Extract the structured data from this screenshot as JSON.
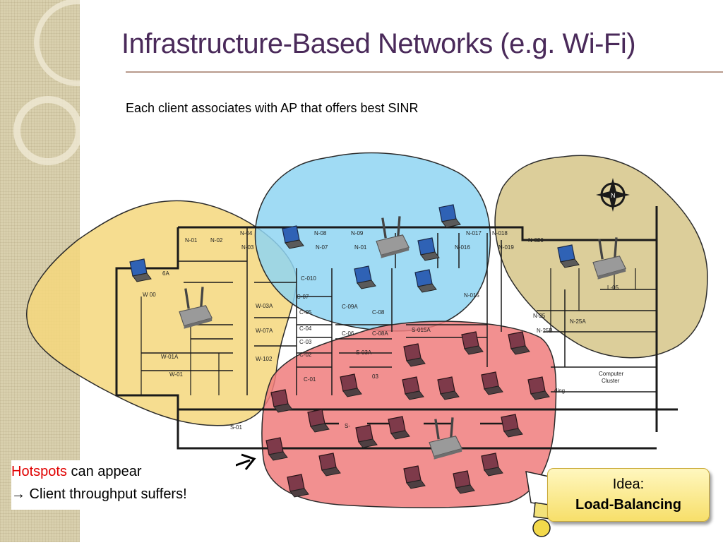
{
  "slide": {
    "title": "Infrastructure-Based Networks (e.g. Wi-Fi)",
    "subtitle": "Each client associates with AP that offers best SINR"
  },
  "floorplan": {
    "room_labels": [
      "N-01",
      "N-02",
      "N-04",
      "N-03",
      "N-08",
      "N-07",
      "N-09",
      "N-01",
      "N-017",
      "N-016",
      "N-018",
      "N-019",
      "N-020",
      "6A",
      "W 00",
      "W-03A",
      "W-07A",
      "W-01A",
      "W-102",
      "W-01",
      "C-010",
      "C-07",
      "C-09A",
      "C-08",
      "C-05",
      "C-04",
      "C-03",
      "C-02",
      "C-01",
      "C-06",
      "C-08A",
      "S-015A",
      "S-03A",
      "03",
      "N-015",
      "N-25",
      "N-25B",
      "N-25A",
      "L-05",
      "Computer",
      "Cluster",
      "ding",
      "S-01",
      "S-"
    ]
  },
  "colors": {
    "cell_yellow": "#f5d77c",
    "cell_blue": "#8fd5f2",
    "cell_tan": "#d8c98f",
    "cell_red": "#f07d7d",
    "access_point": "#8c8c8c",
    "client_blue": "#3f73c4",
    "client_red": "#8a3f4e"
  },
  "icons": [
    "access-point-icon",
    "laptop-icon",
    "compass-icon",
    "callout-arrow-icon",
    "lightbulb-icon"
  ],
  "hotspot_note": {
    "highlight": "Hotspots",
    "rest": "can appear",
    "line2": "→ Client throughput suffers!"
  },
  "idea": {
    "label": "Idea:",
    "text": "Load-Balancing"
  }
}
